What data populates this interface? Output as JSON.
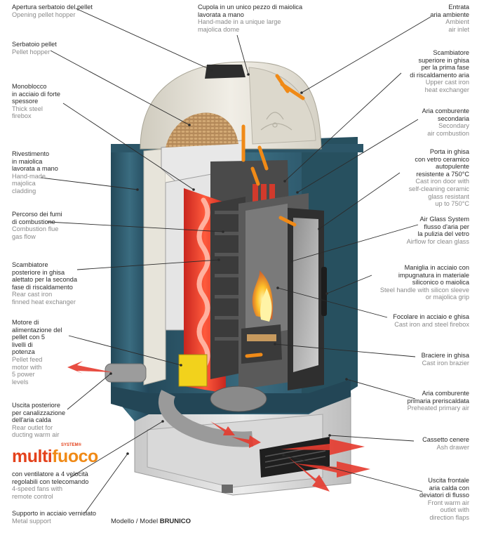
{
  "labels": {
    "pellet_hopper_opening": {
      "it": [
        "Apertura serbatoio del pellet"
      ],
      "en": [
        "Opening pellet hopper"
      ]
    },
    "pellet_hopper": {
      "it": [
        "Serbatoio pellet"
      ],
      "en": [
        "Pellet hopper"
      ]
    },
    "monobloc": {
      "it": [
        "Monoblocco",
        "in acciaio di forte",
        "spessore"
      ],
      "en": [
        "Thick steel",
        "firebox"
      ]
    },
    "cladding": {
      "it": [
        "Rivestimento",
        "in maiolica",
        "lavorata a mano"
      ],
      "en": [
        "Hand-made",
        "majolica",
        "cladding"
      ]
    },
    "flue_path": {
      "it": [
        "Percorso dei fumi",
        "di combustione"
      ],
      "en": [
        "Combustion flue",
        "gas flow"
      ]
    },
    "rear_exchanger": {
      "it": [
        "Scambiatore",
        "posteriore in ghisa",
        "alettato per la seconda",
        "fase di riscaldamento"
      ],
      "en": [
        "Rear cast iron",
        "finned heat exchanger"
      ]
    },
    "feed_motor": {
      "it": [
        "Motore di",
        "alimentazione del",
        "pellet con 5",
        "livelli di",
        "potenza"
      ],
      "en": [
        "Pellet feed",
        "motor with",
        "5 power",
        "levels"
      ]
    },
    "rear_outlet": {
      "it": [
        "Uscita posteriore",
        "per canalizzazione",
        "dell'aria calda"
      ],
      "en": [
        "Rear outlet for",
        "ducting warm air"
      ]
    },
    "fans": {
      "it": [
        "con ventilatore a 4 velocità",
        "regolabili con telecomando"
      ],
      "en": [
        "4-speed fans with",
        "remote control"
      ]
    },
    "metal_support": {
      "it": [
        "Supporto in acciaio verniciato"
      ],
      "en": [
        "Metal support"
      ]
    },
    "dome": {
      "it": [
        "Cupola in un unico pezzo di maiolica",
        "lavorata a mano"
      ],
      "en": [
        "Hand-made in a unique large",
        "majolica dome"
      ]
    },
    "air_inlet": {
      "it": [
        "Entrata",
        "aria ambiente"
      ],
      "en": [
        "Ambient",
        "air inlet"
      ]
    },
    "upper_exchanger": {
      "it": [
        "Scambiatore",
        "superiore in ghisa",
        "per la prima fase",
        "di riscaldamento aria"
      ],
      "en": [
        "Upper cast iron",
        "heat exchanger"
      ]
    },
    "secondary_air": {
      "it": [
        "Aria comburente",
        "secondaria"
      ],
      "en": [
        "Secondary",
        "air combustion"
      ]
    },
    "door": {
      "it": [
        "Porta in ghisa",
        "con vetro ceramico",
        "autopulente",
        "resistente a 750°C"
      ],
      "en": [
        "Cast iron door with",
        "self-cleaning ceramic",
        "glass resistant",
        "up to 750°C"
      ]
    },
    "air_glass": {
      "it": [
        "Air Glass System",
        "flusso d'aria per",
        "la pulizia del vetro"
      ],
      "en": [
        "Airflow for clean glass"
      ]
    },
    "handle": {
      "it": [
        "Maniglia in acciaio con",
        "impugnatura in materiale",
        "siliconico o maiolica"
      ],
      "en": [
        "Steel handle with silicon sleeve",
        "or majolica grip"
      ]
    },
    "firebox": {
      "it": [
        "Focolare in acciaio e ghisa"
      ],
      "en": [
        "Cast iron and steel firebox"
      ]
    },
    "brazier": {
      "it": [
        "Braciere in ghisa"
      ],
      "en": [
        "Cast iron brazier"
      ]
    },
    "primary_air": {
      "it": [
        "Aria comburente",
        "primaria preriscaldata"
      ],
      "en": [
        "Preheated primary air"
      ]
    },
    "ash_drawer": {
      "it": [
        "Cassetto cenere"
      ],
      "en": [
        "Ash drawer"
      ]
    },
    "front_outlet": {
      "it": [
        "Uscita frontale",
        "aria calda con",
        "deviatori di flusso"
      ],
      "en": [
        "Front warm air",
        "outlet with",
        "direction flaps"
      ]
    }
  },
  "brand": {
    "logo_part1": "multi",
    "logo_part2": "fuoco",
    "system": "SYSTEM®"
  },
  "model": {
    "prefix": "Modello / Model",
    "name": "BRUNICO"
  },
  "colors": {
    "majolica_blue": "#2f5b6e",
    "majolica_cream": "#e9e6dc",
    "flame_red": "#e0352b",
    "arrow_orange": "#f08a17",
    "steel_dark": "#3a3a3a"
  }
}
